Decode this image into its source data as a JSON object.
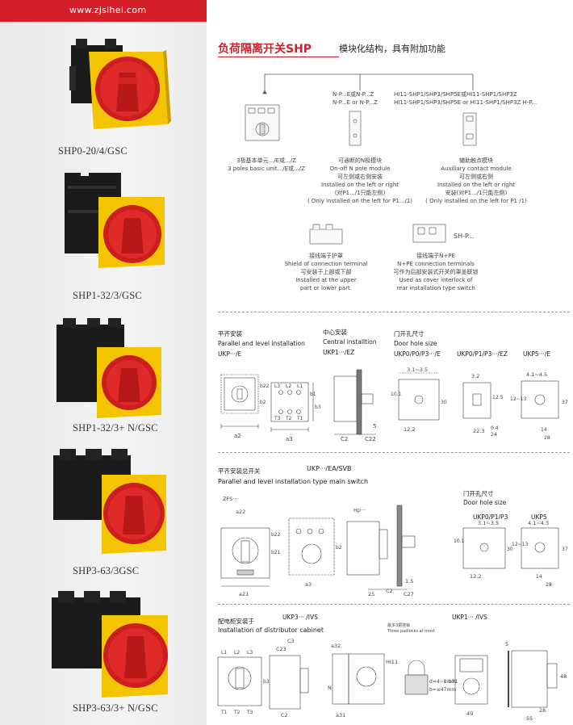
{
  "site": "www.zjsihei.com",
  "products": [
    {
      "label": "SHP0-20/4/GSC"
    },
    {
      "label": "SHP1-32/3/GSC"
    },
    {
      "label": "SHP1-32/3+ N/GSC"
    },
    {
      "label": "SHP3-63/3GSC"
    },
    {
      "label": "SHP3-63/3+ N/GSC"
    }
  ],
  "header": {
    "title": "负荷隔离开关SHP",
    "subtitle": "模块化结构，具有附加功能"
  },
  "modules": {
    "n_codes_cn": "N-P...E或N-P...Z",
    "n_codes_en": "N-P...E or N-P...Z",
    "hi_codes_cn": "HI11-SHP1/SHP3/SHP5E或HI11-SHP1/SHP3Z",
    "hi_codes_en": "HI11-SHP1/SHP3/SHP5E or HI11-SHP1/SHP3Z  H-P...",
    "basic_cn": "3极基本单元.../E或.../Z",
    "basic_en": "3 poles basic unit.../E或.../Z",
    "npole_1": "可通断的N极模块",
    "npole_2": "On-off N pole module",
    "npole_3": "可左侧或右侧安装",
    "npole_4": "Installed on the left or right",
    "npole_5": "(对P1.../1只能左侧)",
    "npole_6": "( Only installed on the left for P1.../1)",
    "aux_1": "辅助触点模块",
    "aux_2": "Auxiliary contact module",
    "aux_3": "可左侧或右侧",
    "aux_4": "Installed on the left or right",
    "aux_5": "安装(对P1.../1只能左侧)",
    "aux_6": "( Only installed on the left for P1 /1)",
    "shp_tag": "SH-P...",
    "shield_1": "接线端子护罩",
    "shield_2": "Shield of connection terminal",
    "shield_3": "可安装于上部或下部",
    "shield_4": "Installed at the upper",
    "shield_5": "part or lower part.",
    "npe_1": "接线端子N+PE",
    "npe_2": "N+PE connection terminals",
    "npe_3": "可作为后部安装式开关的罩盖联锁",
    "npe_4": "Used as cover interlock of",
    "npe_5": "rear installation type switch"
  },
  "sec1": {
    "h1_cn": "平齐安装",
    "h1_en": "Parallel and level installation",
    "h1_code": "UKP···/E",
    "h2_cn": "中心安装",
    "h2_en": "Central installtion",
    "h2_code": "UKP1···/EZ",
    "h3_cn": "门开孔尺寸",
    "h3_en": "Door hole size",
    "h3_c1": "UKP0/P0/P3···/E",
    "h3_c2": "UKP0/P1/P3···/EZ",
    "h3_c3": "UKP5···/E",
    "d_a2": "a2",
    "d_a3": "a3",
    "d_c2": "C2",
    "d_c22": "C22",
    "d_5": "5",
    "d_31": "3.1~3.5",
    "d_32": "3.2",
    "d_41": "4.1~4.5",
    "d_1213": "12~13",
    "d_122": "12.2",
    "d_1010": "10.1",
    "d_30": "30",
    "d_125": "12.5",
    "d_223": "22.3",
    "d_04": "0.4",
    "d_24": "24",
    "d_37": "37",
    "d_14": "14",
    "d_28": "28",
    "d_l1": "L1",
    "d_l2": "L2",
    "d_l3": "L3",
    "d_t3": "T3",
    "d_t2": "T2",
    "d_t1": "T1",
    "d_b2": "b2",
    "d_b3": "b3",
    "d_b1": "b1",
    "d_b22": "b22"
  },
  "sec2": {
    "h_cn": "平齐安装总开关",
    "h_code": "UKP···/EA/SVB",
    "h_en": "Parallel and level installation type main switch",
    "door_cn": "门开孔尺寸",
    "door_en": "Door hole size",
    "door_c1": "UKP0/P1/P3",
    "door_c2": "UKP5",
    "d_zfs": "ZFS···",
    "d_hp": "Hp···",
    "d_a22": "a22",
    "d_a21": "a21",
    "d_a3": "a3",
    "d_25": "25",
    "d_c2": "C2",
    "d_c27": "C27",
    "d_15": "1.5",
    "d_b22": "b22",
    "d_b21": "b21",
    "d_b2": "b2",
    "d_31": "3.1~3.5",
    "d_41": "4.1~4.5",
    "d_1213": "12~13",
    "d_122": "12.2",
    "d_101": "10.1",
    "d_30": "30",
    "d_37": "37",
    "d_14": "14",
    "d_28": "28"
  },
  "sec3": {
    "h_cn": "配电柜安装于",
    "h_en": "Installation of distributor cabinet",
    "code1": "UKP3··· /IVS",
    "code2": "UKP1··· /IVS",
    "padlock_cn": "最多3把挂锁",
    "padlock_en": "Three padlocks at most",
    "d_c3": "C3",
    "d_c23": "C23",
    "d_c2": "C2",
    "d_a32": "a32",
    "d_a31": "a31",
    "d_hi11": "HI11",
    "d_n": "N",
    "d_d": "d=4~8mm",
    "d_b": "b=≤47mm",
    "d_l1": "L1",
    "d_l2": "L2",
    "d_l3": "L3",
    "d_t1": "T1",
    "d_t2": "T2",
    "d_t3": "T3",
    "d_5": "5",
    "d_49": "49",
    "d_48": "48",
    "d_28": "28",
    "d_55": "55",
    "d_b3": "b3",
    "d_b31": "b31"
  }
}
